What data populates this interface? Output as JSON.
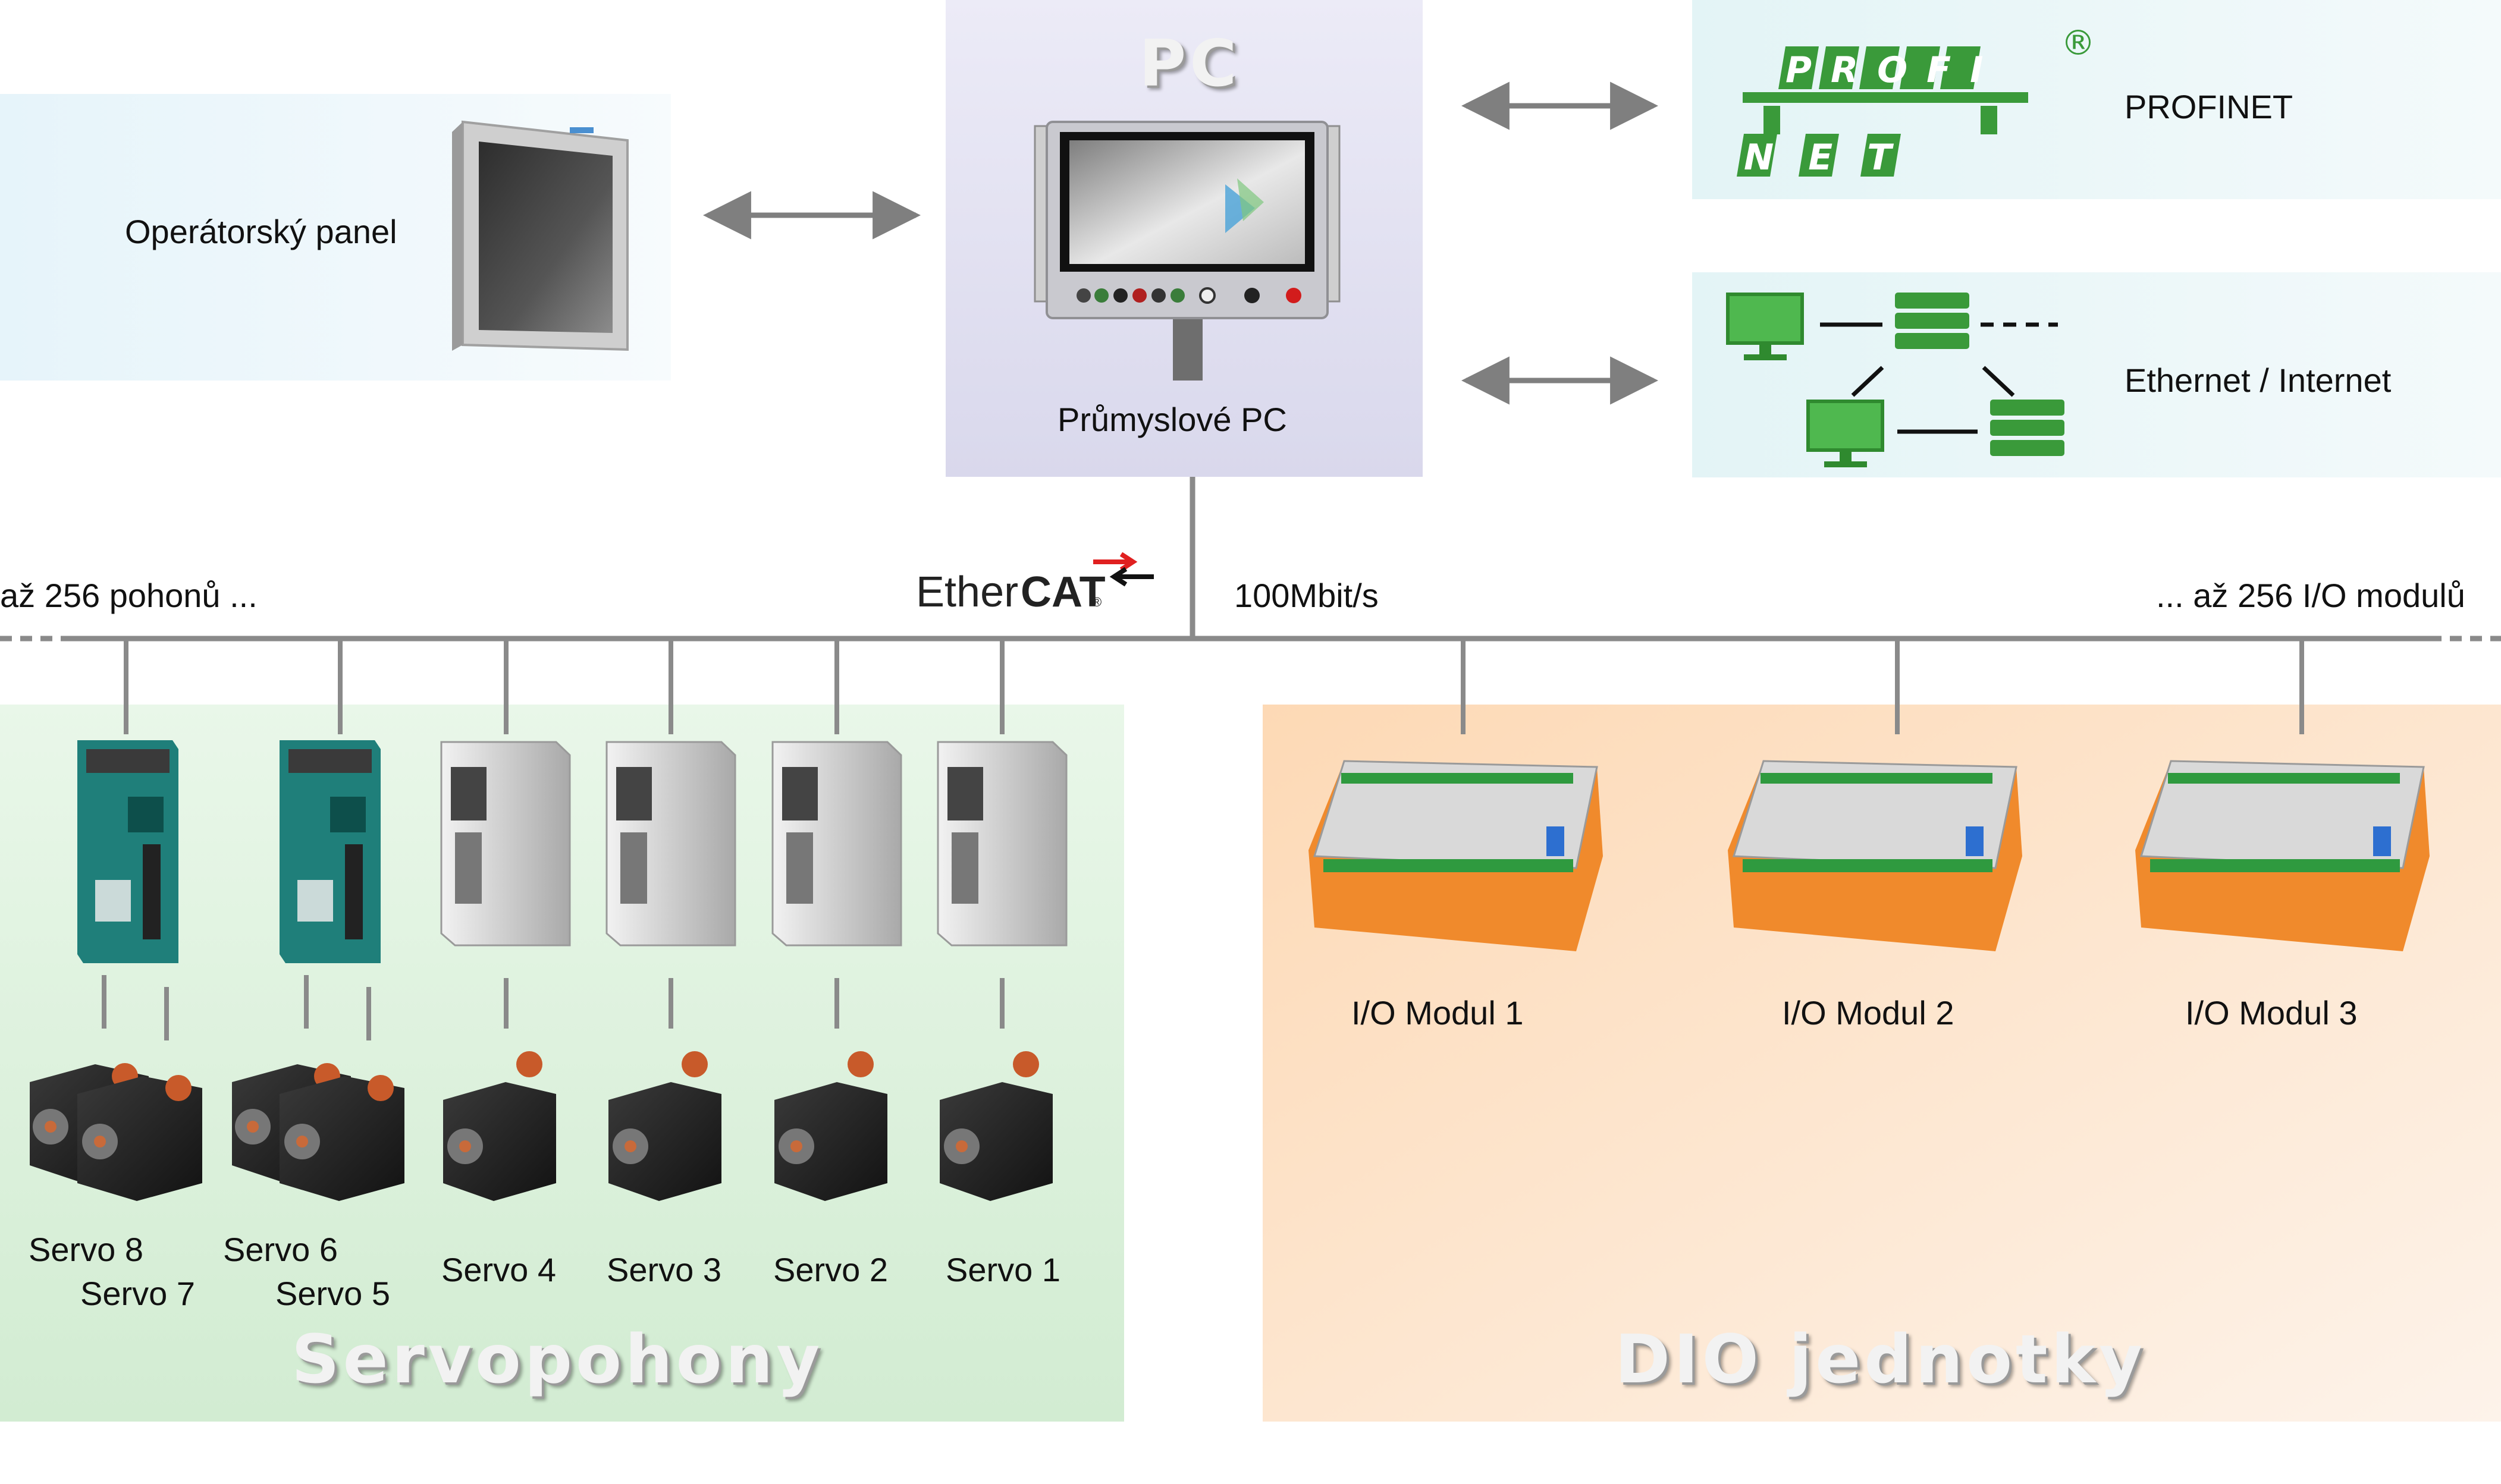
{
  "diagram": {
    "pc": {
      "header": "PC",
      "label": "Průmyslové PC"
    },
    "operator_panel": {
      "label": "Operátorský panel"
    },
    "profinet": {
      "logo_top": "PROFI",
      "logo_bottom": "NET",
      "registered": "®",
      "label": "PROFINET"
    },
    "ethernet": {
      "label": "Ethernet / Internet"
    },
    "bus": {
      "left_note": "až 256 pohonů ...",
      "right_note": "... až 256 I/O modulů",
      "speed": "100Mbit/s",
      "logo_ether": "Ether",
      "logo_cat": "CAT",
      "logo_mark": "®"
    },
    "servo_group": {
      "title": "Servopohony",
      "servos": [
        "Servo 8",
        "Servo 7",
        "Servo 6",
        "Servo 5",
        "Servo 4",
        "Servo 3",
        "Servo 2",
        "Servo 1"
      ]
    },
    "dio_group": {
      "title": "DIO jednotky",
      "modules": [
        "I/O Modul 1",
        "I/O Modul 2",
        "I/O Modul 3"
      ]
    },
    "colors": {
      "bus_line": "#8a8a8a",
      "profinet_green": "#3a9a3a",
      "servo_bg": "#dcf2dc",
      "dio_bg": "#fde1c4",
      "pc_bg": "#dcdcef",
      "drive_teal": "#1f7f7a",
      "io_orange": "#f08a2c"
    }
  }
}
